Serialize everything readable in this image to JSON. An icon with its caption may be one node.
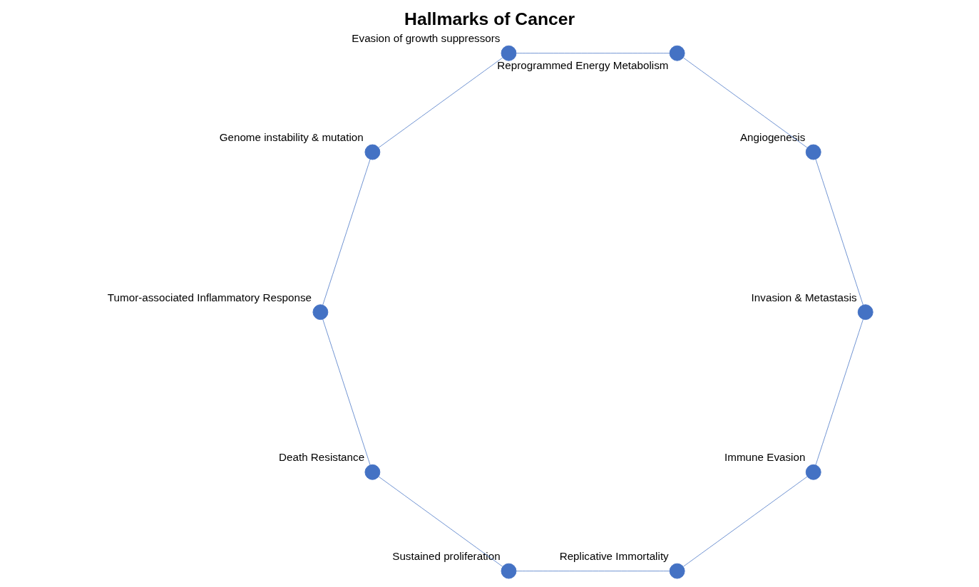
{
  "diagram": {
    "title": "Hallmarks of Cancer",
    "nodes": [
      {
        "text": [],
        "shape": "circle",
        "beside": [
          "Immune Evasion"
        ]
      },
      {
        "text": [],
        "shape": "circle",
        "beside": [
          "Replicative Immortality"
        ]
      },
      {
        "text": [],
        "shape": "circle",
        "beside": [
          "Sustained proliferation"
        ]
      },
      {
        "text": [],
        "shape": "circle",
        "beside": [
          "Death Resistance"
        ]
      },
      {
        "text": [],
        "shape": "circle",
        "beside": [
          "Tumor-associated Inflammatory Response"
        ]
      },
      {
        "text": [],
        "shape": "circle",
        "beside": [
          "Genome instability & mutation"
        ]
      },
      {
        "text": [],
        "shape": "circle",
        "beside": [
          "Evasion of growth suppressors"
        ]
      },
      {
        "text": [],
        "shape": "circle",
        "beside": [
          "Reprogrammed Energy Metabolism"
        ]
      },
      {
        "text": [],
        "shape": "circle",
        "beside": [
          "Angiogenesis"
        ]
      },
      {
        "text": [],
        "shape": "circle",
        "beside": [
          "Invasion & Metastasis"
        ]
      }
    ],
    "edges": [
      {
        "from": 0,
        "to": 1,
        "arrow": "none"
      },
      {
        "from": 1,
        "to": 2,
        "arrow": "none"
      },
      {
        "from": 2,
        "to": 3,
        "arrow": "none"
      },
      {
        "from": 3,
        "to": 4,
        "arrow": "none"
      },
      {
        "from": 4,
        "to": 5,
        "arrow": "none"
      },
      {
        "from": 5,
        "to": 6,
        "arrow": "none"
      },
      {
        "from": 6,
        "to": 7,
        "arrow": "none"
      },
      {
        "from": 7,
        "to": 8,
        "arrow": "none"
      },
      {
        "from": 8,
        "to": 9,
        "arrow": "none"
      },
      {
        "from": 9,
        "to": 0,
        "arrow": "none"
      }
    ]
  }
}
